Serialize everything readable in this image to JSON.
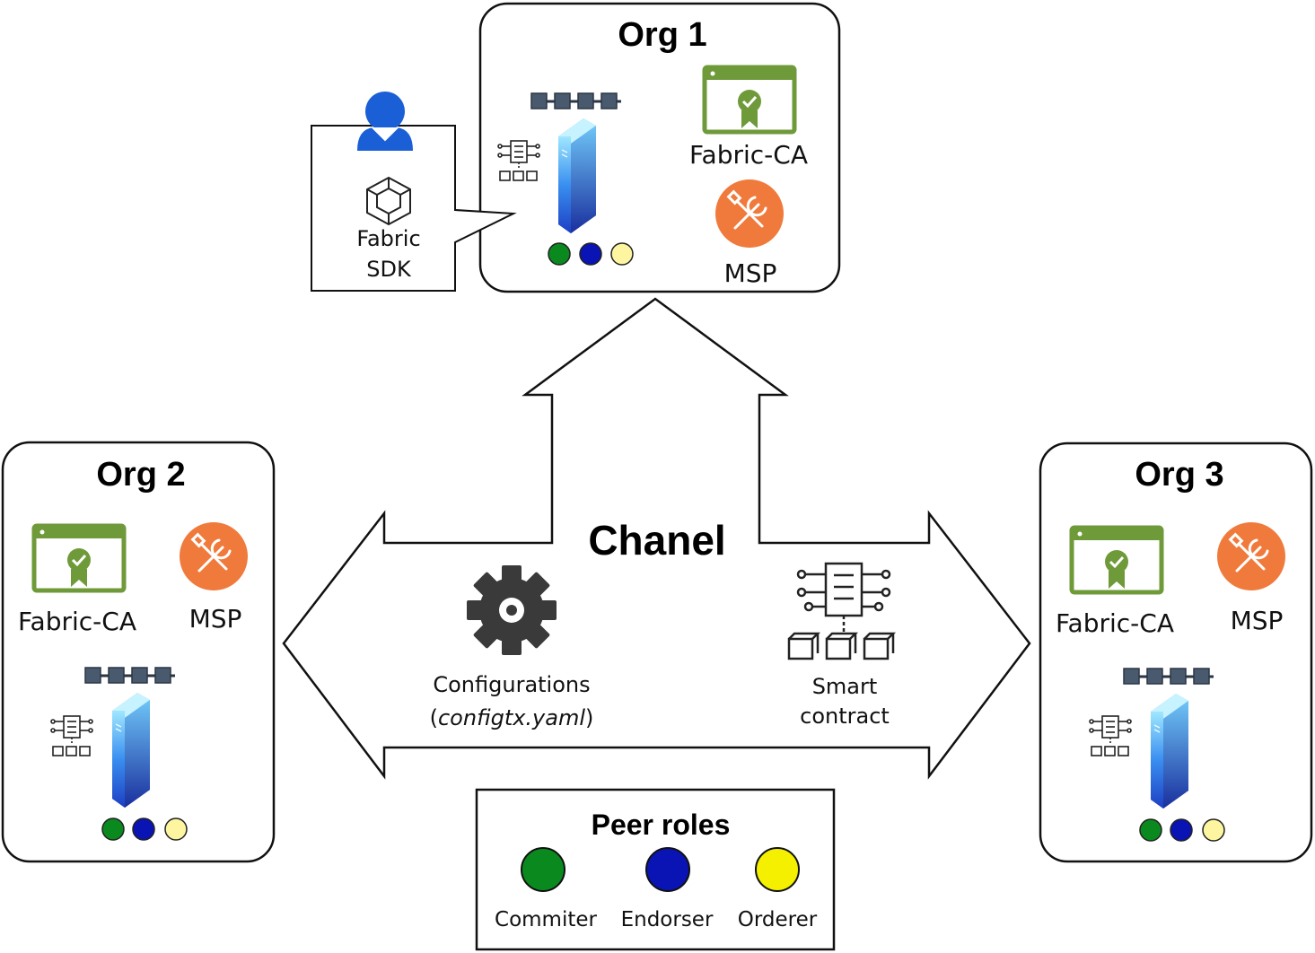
{
  "channel": {
    "title": "Chanel"
  },
  "configurations": {
    "line1": "Configurations",
    "line2": "configtx.yaml",
    "icon": "gear-icon"
  },
  "smart_contract": {
    "line1": "Smart",
    "line2": "contract",
    "icon": "smart-contract-icon"
  },
  "sdk": {
    "line1": "Fabric",
    "line2": "SDK",
    "icons": [
      "user-icon",
      "cube-icon"
    ]
  },
  "orgs": [
    {
      "title": "Org 1",
      "ca_label": "Fabric-CA",
      "msp_label": "MSP"
    },
    {
      "title": "Org 2",
      "ca_label": "Fabric-CA",
      "msp_label": "MSP"
    },
    {
      "title": "Org 3",
      "ca_label": "Fabric-CA",
      "msp_label": "MSP"
    }
  ],
  "legend": {
    "title": "Peer roles",
    "roles": [
      {
        "label": "Commiter",
        "color": "#0a8a1e"
      },
      {
        "label": "Endorser",
        "color": "#0a14b4"
      },
      {
        "label": "Orderer",
        "color": "#f5f000"
      }
    ]
  },
  "peer_dot_colors": {
    "commiter": "#0a8a1e",
    "endorser": "#0a14b4",
    "orderer": "#fdf5a0"
  },
  "colors": {
    "ca_green": "#6f9a3a",
    "msp_orange": "#f07a3c",
    "server_blue": "#2f7fe0",
    "ledger_gray": "#4a5a6e",
    "user_blue": "#1a5fd6"
  }
}
